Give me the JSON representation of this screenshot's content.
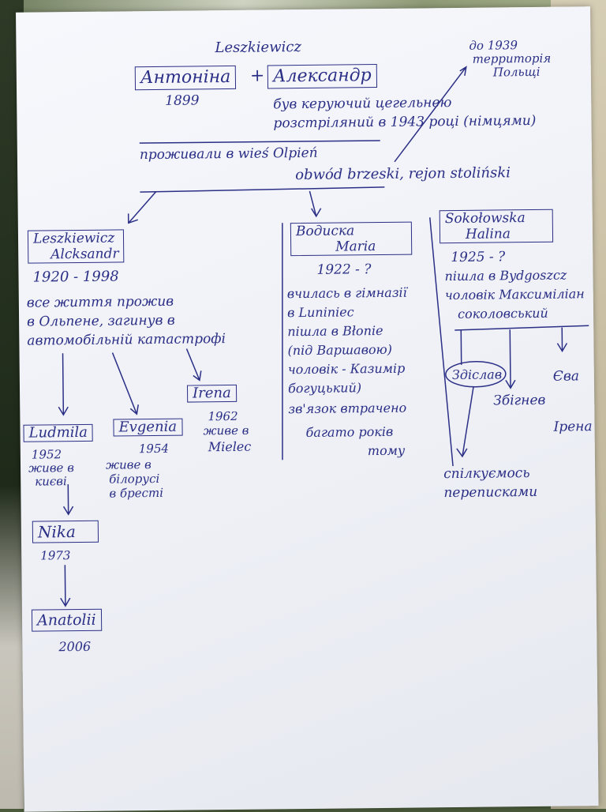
{
  "family_name": "Leszkiewicz",
  "parents": {
    "mother": {
      "name": "Антоніна",
      "year": "1899"
    },
    "father": {
      "name": "Александр",
      "note_1": "був керуючий цегельнею",
      "note_2": "розстріляний в 1943 році (німцями)"
    },
    "plus": "+"
  },
  "border_note": {
    "line1": "до 1939",
    "line2": "территорія",
    "line3": "Польщі"
  },
  "residence": {
    "line1": "проживали в  wieś Olpień",
    "line2": "obwód brzeski, rejon stoliński"
  },
  "children": {
    "aleksandr": {
      "name_line1": "Leszkiewicz",
      "name_line2": "Alcksandr",
      "years": "1920 - 1998",
      "note_1": "все життя прожив",
      "note_2": "в Ольпене, загинув в",
      "note_3": "автомобільній катастрофі"
    },
    "maria": {
      "name_line1": "Водиска",
      "name_line2": "Maria",
      "years": "1922 - ?",
      "note_1": "вчилась в гімназії",
      "note_2": "в Luniniec",
      "note_3": "пішла в Błonie",
      "note_4": "(під Варшавою)",
      "note_5": "чоловік - Казимір",
      "note_6": "богуцький)",
      "note_7": "зв'язок втрачено",
      "note_8": "багато років",
      "note_9": "тому"
    },
    "halina": {
      "name_line1": "Sokołowska",
      "name_line2": "Halina",
      "years": "1925 - ?",
      "note_1": "пішла в Bydgoszcz",
      "note_2": "чоловік Максиміліан",
      "note_3": "соколовський"
    }
  },
  "grandchildren": {
    "ludmila": {
      "name": "Ludmila",
      "year": "1952",
      "note_1": "живе в",
      "note_2": "києві"
    },
    "evgenia": {
      "name": "Evgenia",
      "year": "1954",
      "note_1": "живе в",
      "note_2": "білорусі",
      "note_3": "в бресті"
    },
    "irena": {
      "name": "Irena",
      "year": "1962",
      "note_1": "живе в",
      "note_2": "Mielec"
    },
    "zdislav": {
      "name": "Здіслав"
    },
    "zbigniew": {
      "name": "Збігнев"
    },
    "eva": {
      "name": "Єва"
    },
    "irena2": {
      "name": "Ірена"
    },
    "correspond": {
      "line1": "спілкуємось",
      "line2": "переписками"
    }
  },
  "great_grandchildren": {
    "nika": {
      "name": "Nika",
      "year": "1973"
    },
    "anatolii": {
      "name": "Anatolii",
      "year": "2006"
    }
  },
  "colors": {
    "ink": "#2b2f86",
    "paper": "#f1f2f7"
  }
}
